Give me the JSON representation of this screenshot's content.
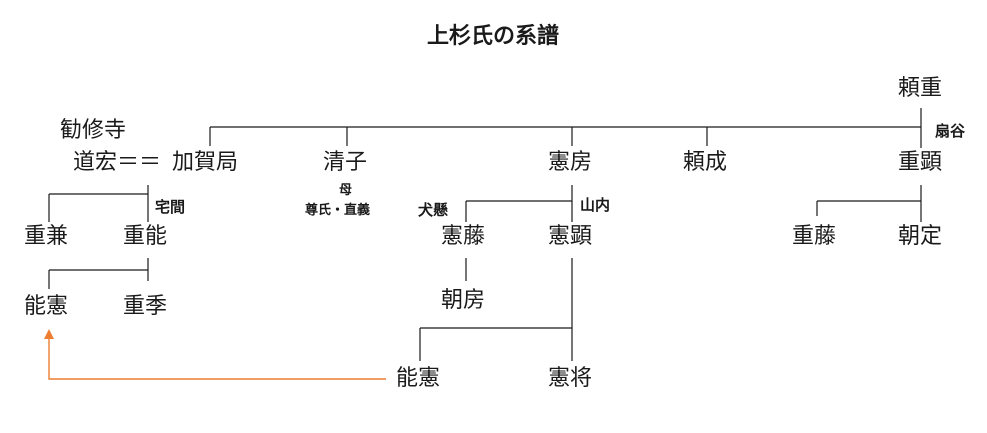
{
  "title": "上杉氏の系譜",
  "colors": {
    "line": "#1a1a1a",
    "arrow": "#ed7d31"
  },
  "people": {
    "yorishige": "頼重",
    "kanshuji": "勧修寺",
    "michihiro": "道宏",
    "marriage_sign": "＝＝",
    "kagano_tsubone": "加賀局",
    "kiyoko": "清子",
    "norifusa": "憲房",
    "yorinari": "頼成",
    "shigeaki": "重顕",
    "shigekane": "重兼",
    "shigeyoshi": "重能",
    "yoshinori_left": "能憲",
    "shigesue": "重季",
    "norifuji": "憲藤",
    "noriaki": "憲顕",
    "tomofusa": "朝房",
    "shigefuji": "重藤",
    "tomosada": "朝定",
    "yoshinori_bottom": "能憲",
    "norimasa": "憲将"
  },
  "houses": {
    "ogigayatsu": "扇谷",
    "takuma": "宅間",
    "inukake": "犬懸",
    "yamanouchi": "山内"
  },
  "notes": {
    "mother_label": "母",
    "mother_of": "尊氏・直義"
  }
}
